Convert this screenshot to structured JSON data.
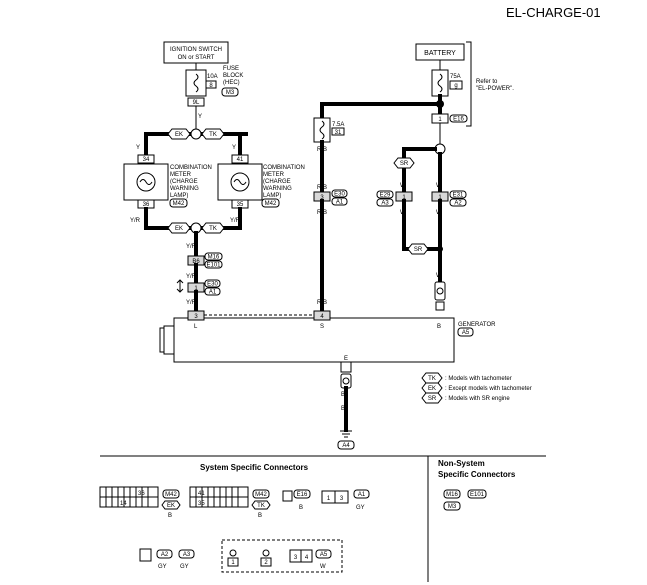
{
  "page_code": "EL-CHARGE-01",
  "ignition": {
    "line1": "IGNITION SWITCH",
    "line2": "ON or START"
  },
  "fuse_block": {
    "amps": "10A",
    "num": "8",
    "line1": "FUSE",
    "line2": "BLOCK",
    "line3": "(HEC)",
    "conn": "M3",
    "term": "9L"
  },
  "battery": {
    "label": "BATTERY",
    "amps": "75A",
    "num": "g",
    "refer1": "Refer to",
    "refer2": "\"EL-POWER\"."
  },
  "fusible": {
    "amps": "7.5A",
    "num": "31"
  },
  "tags": {
    "ek": "EK",
    "tk": "TK",
    "sr": "SR"
  },
  "colors": {
    "y": "Y",
    "yr": "Y/R",
    "rb": "R/B",
    "w": "W",
    "b": "B"
  },
  "meter_left": {
    "top_pin": "34",
    "bottom_pin": "36",
    "line1": "COMBINATION",
    "line2": "METER",
    "line3": "(CHARGE",
    "line4": "WARNING",
    "line5": "LAMP)",
    "conn": "M42"
  },
  "meter_right": {
    "top_pin": "41",
    "bottom_pin": "35",
    "line1": "COMBINATION",
    "line2": "METER",
    "line3": "(CHARGE",
    "line4": "WARNING",
    "line5": "LAMP)",
    "conn": "M42"
  },
  "connectors": {
    "m16_pin": "B6",
    "m16": "M16",
    "e101": "E101",
    "e30_pin": "1",
    "e30": "E30",
    "a1": "A1",
    "e30b_pin": "3",
    "e30b": "E30",
    "a1b": "A1",
    "e29_pin": "1",
    "e29": "E29",
    "a3": "A3",
    "e31_pin": "1",
    "e31": "E31",
    "a2": "A2",
    "e16_pin": "1",
    "e16": "E16"
  },
  "generator": {
    "label": "GENERATOR",
    "conn": "A5",
    "pin_l": "3",
    "pin_s": "4",
    "term_l": "L",
    "term_s": "S",
    "term_b": "B",
    "term_e": "E"
  },
  "ground": "A4",
  "legend": [
    {
      "tag": "TK",
      "text": ": Models with tachometer"
    },
    {
      "tag": "EK",
      "text": ": Except models with tachometer"
    },
    {
      "tag": "SR",
      "text": ": Models with SR engine"
    }
  ],
  "system_connectors": {
    "title": "System Specific Connectors",
    "m42_pins_a": [
      "14",
      "36"
    ],
    "m42_pins_b": [
      "41",
      "35"
    ],
    "items": [
      {
        "conn": "M42",
        "tag": "EK",
        "color": "B"
      },
      {
        "conn": "M42",
        "tag": "TK",
        "color": "B"
      },
      {
        "conn": "E16",
        "color": "B",
        "pin": "1"
      },
      {
        "conn": "A1",
        "color": "GY",
        "pins": [
          "1",
          "3"
        ]
      },
      {
        "conn": "A2",
        "conn2": "A3",
        "color": "GY",
        "color2": "GY"
      },
      {
        "conn": "A5",
        "color": "W",
        "pins": [
          "1",
          "2",
          "3",
          "4"
        ]
      }
    ]
  },
  "non_system": {
    "title1": "Non-System",
    "title2": "Specific Connectors",
    "items": [
      "M16",
      "E101",
      "M3"
    ]
  }
}
